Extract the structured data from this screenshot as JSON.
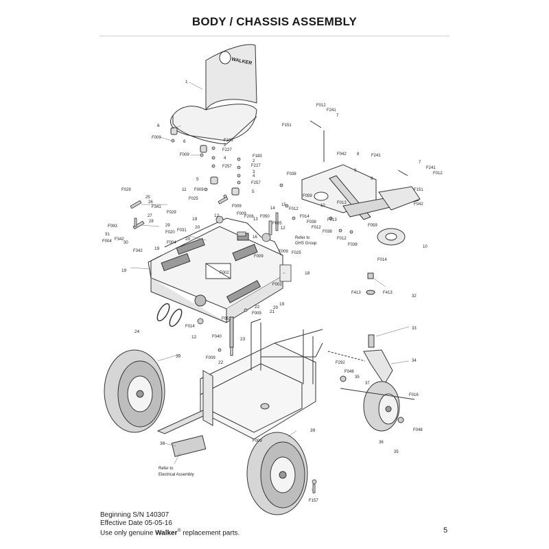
{
  "header": {
    "title": "BODY / CHASSIS ASSEMBLY"
  },
  "seat": {
    "logo_text": "WALKER"
  },
  "callouts": [
    {
      "id": "c1",
      "text": "1"
    },
    {
      "id": "c2",
      "text": "6"
    },
    {
      "id": "c3",
      "text": "F009"
    },
    {
      "id": "c4",
      "text": "6"
    },
    {
      "id": "c5",
      "text": "F009"
    },
    {
      "id": "c6",
      "text": "F183"
    },
    {
      "id": "c7",
      "text": "2"
    },
    {
      "id": "c8",
      "text": "F227"
    },
    {
      "id": "c9",
      "text": "4"
    },
    {
      "id": "c10",
      "text": "F257"
    },
    {
      "id": "c11",
      "text": "F183"
    },
    {
      "id": "c12",
      "text": "2"
    },
    {
      "id": "c13",
      "text": "F227"
    },
    {
      "id": "c14",
      "text": "3"
    },
    {
      "id": "c15",
      "text": "4"
    },
    {
      "id": "c16",
      "text": "F257"
    },
    {
      "id": "c17",
      "text": "5"
    },
    {
      "id": "c18",
      "text": "5"
    },
    {
      "id": "c19",
      "text": "11"
    },
    {
      "id": "c20",
      "text": "F009"
    },
    {
      "id": "c21",
      "text": "F025"
    },
    {
      "id": "c22",
      "text": "F009"
    },
    {
      "id": "c23",
      "text": "F029"
    },
    {
      "id": "c24",
      "text": "25"
    },
    {
      "id": "c25",
      "text": "26"
    },
    {
      "id": "c26",
      "text": "F341"
    },
    {
      "id": "c27",
      "text": "27"
    },
    {
      "id": "c28",
      "text": "28"
    },
    {
      "id": "c29",
      "text": "F029"
    },
    {
      "id": "c30",
      "text": "F093"
    },
    {
      "id": "c31",
      "text": "31"
    },
    {
      "id": "c32",
      "text": "F004"
    },
    {
      "id": "c33",
      "text": "F342"
    },
    {
      "id": "c34",
      "text": "30"
    },
    {
      "id": "c35",
      "text": "29"
    },
    {
      "id": "c36",
      "text": "F020"
    },
    {
      "id": "c37",
      "text": "F004"
    },
    {
      "id": "c38",
      "text": "F342"
    },
    {
      "id": "c39",
      "text": "19"
    },
    {
      "id": "c40",
      "text": "F031"
    },
    {
      "id": "c41",
      "text": "19"
    },
    {
      "id": "c42",
      "text": "20"
    },
    {
      "id": "c43",
      "text": "20"
    },
    {
      "id": "c44",
      "text": "12"
    },
    {
      "id": "c45",
      "text": "F009"
    },
    {
      "id": "c46",
      "text": "F206"
    },
    {
      "id": "c47",
      "text": "13"
    },
    {
      "id": "c48",
      "text": "F050"
    },
    {
      "id": "c49",
      "text": "14"
    },
    {
      "id": "c50",
      "text": "F005"
    },
    {
      "id": "c51",
      "text": "15"
    },
    {
      "id": "c52",
      "text": "12"
    },
    {
      "id": "c53",
      "text": "16"
    },
    {
      "id": "c54",
      "text": "Refer to"
    },
    {
      "id": "c55",
      "text": "GHS Group"
    },
    {
      "id": "c56",
      "text": "F009"
    },
    {
      "id": "c57",
      "text": "F025"
    },
    {
      "id": "c58",
      "text": "F009"
    },
    {
      "id": "c59",
      "text": "19"
    },
    {
      "id": "c60",
      "text": "F002"
    },
    {
      "id": "c61",
      "text": "18"
    },
    {
      "id": "c62",
      "text": "F002"
    },
    {
      "id": "c63",
      "text": "19"
    },
    {
      "id": "c64",
      "text": "20"
    },
    {
      "id": "c65",
      "text": "21"
    },
    {
      "id": "c66",
      "text": "22"
    },
    {
      "id": "c67",
      "text": "F009"
    },
    {
      "id": "c68",
      "text": "24"
    },
    {
      "id": "c69",
      "text": "F014"
    },
    {
      "id": "c70",
      "text": "12"
    },
    {
      "id": "c71",
      "text": "F051"
    },
    {
      "id": "c72",
      "text": "F040"
    },
    {
      "id": "c73",
      "text": "23"
    },
    {
      "id": "c74",
      "text": "F009"
    },
    {
      "id": "c75",
      "text": "22"
    },
    {
      "id": "c76",
      "text": "39"
    },
    {
      "id": "c77",
      "text": "38"
    },
    {
      "id": "c78",
      "text": "Refer to"
    },
    {
      "id": "c79",
      "text": "Electrical Assembly"
    },
    {
      "id": "c80",
      "text": "F009"
    },
    {
      "id": "c81",
      "text": "39"
    },
    {
      "id": "c82",
      "text": "F157"
    },
    {
      "id": "c83",
      "text": "F012"
    },
    {
      "id": "c84",
      "text": "F241"
    },
    {
      "id": "c85",
      "text": "7"
    },
    {
      "id": "c86",
      "text": "F151"
    },
    {
      "id": "c87",
      "text": "F042"
    },
    {
      "id": "c88",
      "text": "8"
    },
    {
      "id": "c89",
      "text": "F241"
    },
    {
      "id": "c90",
      "text": "7"
    },
    {
      "id": "c91",
      "text": "F241"
    },
    {
      "id": "c92",
      "text": "F012"
    },
    {
      "id": "c93",
      "text": "F038"
    },
    {
      "id": "c94",
      "text": "9"
    },
    {
      "id": "c95",
      "text": "9"
    },
    {
      "id": "c96",
      "text": "F151"
    },
    {
      "id": "c97",
      "text": "F059"
    },
    {
      "id": "c98",
      "text": "F012"
    },
    {
      "id": "c99",
      "text": "F013"
    },
    {
      "id": "c100",
      "text": "F042"
    },
    {
      "id": "c101",
      "text": "10"
    },
    {
      "id": "c102",
      "text": "F014"
    },
    {
      "id": "c103",
      "text": "F038"
    },
    {
      "id": "c104",
      "text": "F012"
    },
    {
      "id": "c105",
      "text": "F013"
    },
    {
      "id": "c106",
      "text": "F038"
    },
    {
      "id": "c107",
      "text": "F059"
    },
    {
      "id": "c108",
      "text": "F012"
    },
    {
      "id": "c109",
      "text": "F038"
    },
    {
      "id": "c110",
      "text": "10"
    },
    {
      "id": "c111",
      "text": "F014"
    },
    {
      "id": "c112",
      "text": "F413"
    },
    {
      "id": "c113",
      "text": "F413"
    },
    {
      "id": "c114",
      "text": "32"
    },
    {
      "id": "c115",
      "text": "33"
    },
    {
      "id": "c116",
      "text": "F292"
    },
    {
      "id": "c117",
      "text": "34"
    },
    {
      "id": "c118",
      "text": "F048"
    },
    {
      "id": "c119",
      "text": "35"
    },
    {
      "id": "c120",
      "text": "37"
    },
    {
      "id": "c121",
      "text": "F016"
    },
    {
      "id": "c122",
      "text": "36"
    },
    {
      "id": "c123",
      "text": "F048"
    },
    {
      "id": "c124",
      "text": "35"
    }
  ],
  "footer": {
    "serial": "Beginning S/N 140307",
    "effective": "Effective Date 05-05-16",
    "genuine_prefix": "Use only genuine ",
    "genuine_brand": "Walker",
    "genuine_reg": "®",
    "genuine_suffix": " replacement parts.",
    "page_number": "5"
  },
  "colors": {
    "ink": "#1a1a1a",
    "line": "#333333",
    "shade": "#d9d9d9"
  }
}
